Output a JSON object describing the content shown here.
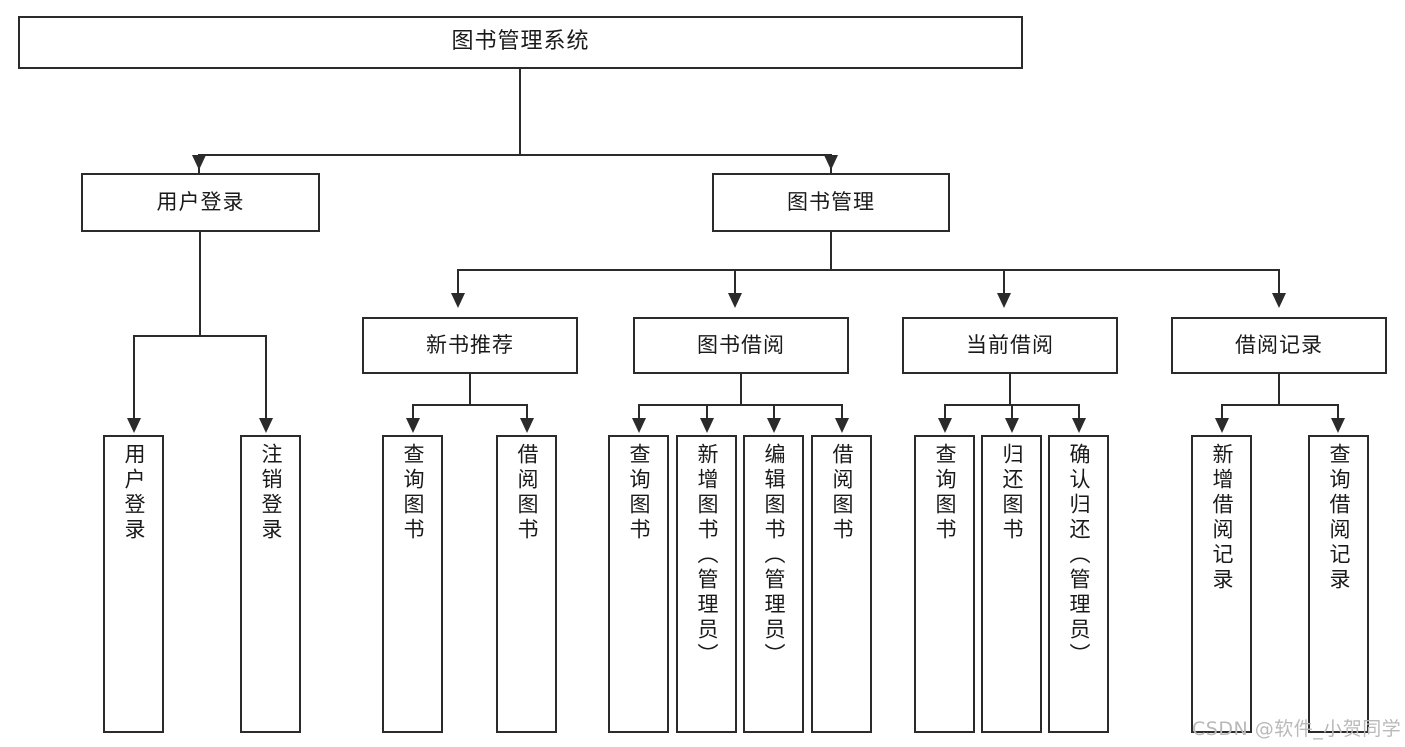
{
  "diagram": {
    "type": "org-chart",
    "title": "图书管理系统",
    "root": {
      "label": "图书管理系统"
    },
    "level2": [
      {
        "label": "用户登录"
      },
      {
        "label": "图书管理"
      }
    ],
    "level3": [
      {
        "label": "新书推荐"
      },
      {
        "label": "图书借阅"
      },
      {
        "label": "当前借阅"
      },
      {
        "label": "借阅记录"
      }
    ],
    "leaves": {
      "user_login": [
        {
          "label": "用户登录"
        },
        {
          "label": "注销登录"
        }
      ],
      "new_book_recommend": [
        {
          "label": "查询图书"
        },
        {
          "label": "借阅图书"
        }
      ],
      "book_borrow": [
        {
          "label": "查询图书"
        },
        {
          "label": "新增图书（管理员）"
        },
        {
          "label": "编辑图书（管理员）"
        },
        {
          "label": "借阅图书"
        }
      ],
      "current_borrow": [
        {
          "label": "查询图书"
        },
        {
          "label": "归还图书"
        },
        {
          "label": "确认归还（管理员）"
        }
      ],
      "borrow_record": [
        {
          "label": "新增借阅记录"
        },
        {
          "label": "查询借阅记录"
        }
      ]
    }
  },
  "watermark": {
    "text": "CSDN @软件_小贺同学"
  },
  "colors": {
    "stroke": "#2b2b2b",
    "background": "#ffffff",
    "text": "#1a1a1a",
    "watermark": "#b9b9b9"
  }
}
